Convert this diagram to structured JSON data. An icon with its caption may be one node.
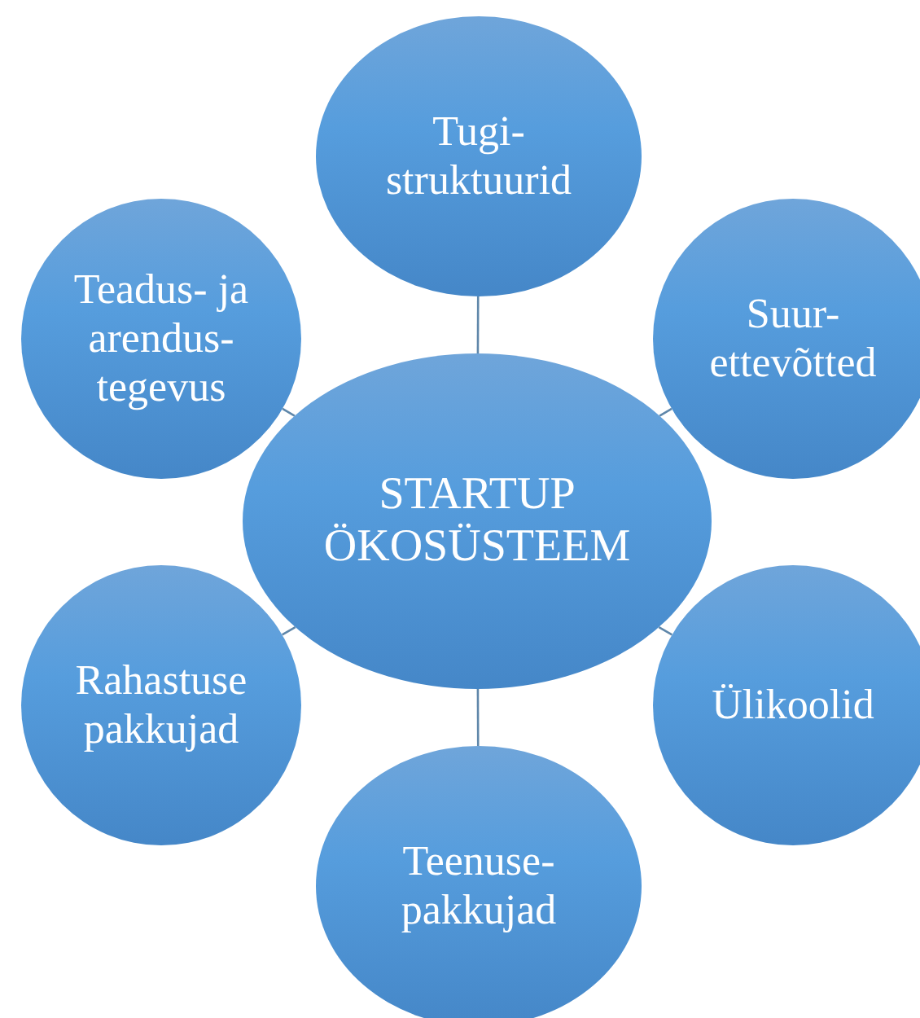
{
  "diagram": {
    "nodes": [
      {
        "text": [
          "STARTUP ÖKOSÜSTEEM"
        ]
      },
      {
        "text": [
          "Tugi- struktuurid"
        ]
      },
      {
        "text": [
          "Teadus- ja arendus- tegevus"
        ]
      },
      {
        "text": [
          "Suur- ettevõtted"
        ]
      },
      {
        "text": [
          "Rahastuse pakkujad"
        ]
      },
      {
        "text": [
          "Ülikoolid"
        ]
      },
      {
        "text": [
          "Teenuse- pakkujad"
        ]
      }
    ],
    "edges": [
      {
        "from": 0,
        "to": 1,
        "arrow": "none"
      },
      {
        "from": 0,
        "to": 2,
        "arrow": "none"
      },
      {
        "from": 0,
        "to": 3,
        "arrow": "none"
      },
      {
        "from": 0,
        "to": 4,
        "arrow": "none"
      },
      {
        "from": 0,
        "to": 5,
        "arrow": "none"
      },
      {
        "from": 0,
        "to": 6,
        "arrow": "none"
      }
    ]
  }
}
